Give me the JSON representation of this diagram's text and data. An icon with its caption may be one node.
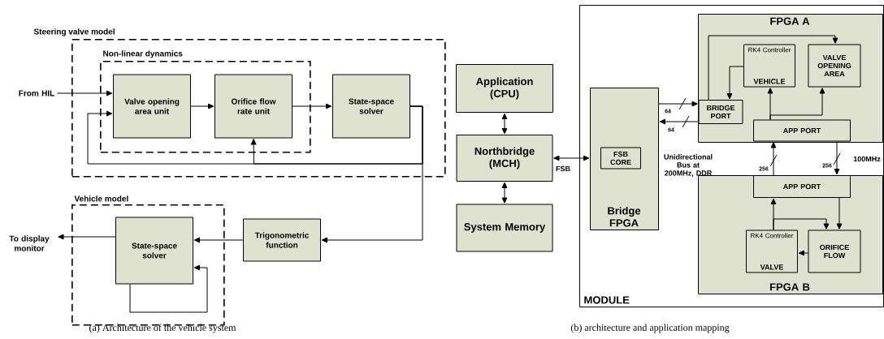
{
  "diagram": {
    "nodes": [
      {
        "text": [
          "Steering valve model"
        ]
      },
      {
        "text": [
          "Non-linear dynamics"
        ],
        "in": 0
      },
      {
        "text": [
          "Valve opening area unit"
        ],
        "in": 1
      },
      {
        "text": [
          "Orifice flow rate unit"
        ],
        "in": 1
      },
      {
        "text": [
          "State-space solver"
        ],
        "in": 0
      },
      {
        "text": [
          "From HIL"
        ]
      },
      {
        "text": [
          "Vehicle model"
        ]
      },
      {
        "text": [
          "State-space solver"
        ],
        "in": 6
      },
      {
        "text": [
          "Trigonometric function"
        ]
      },
      {
        "text": [
          "To display monitor"
        ]
      },
      {
        "text": [
          "Application (CPU)"
        ]
      },
      {
        "text": [
          "Northbridge (MCH)"
        ]
      },
      {
        "text": [
          "System Memory"
        ]
      },
      {
        "text": [
          "MODULE"
        ]
      },
      {
        "text": [
          "Bridge FPGA"
        ],
        "in": 13
      },
      {
        "text": [
          "FSB CORE"
        ],
        "in": 14
      },
      {
        "text": [
          "FPGA A"
        ],
        "in": 13
      },
      {
        "text": [
          "RK4 Controller",
          "VEHICLE"
        ],
        "in": 16
      },
      {
        "text": [
          "VALVE OPENING AREA"
        ],
        "in": 16
      },
      {
        "text": [
          "BRIDGE PORT"
        ],
        "in": 16
      },
      {
        "text": [
          "APP PORT"
        ],
        "in": 16
      },
      {
        "text": [
          "FPGA B"
        ],
        "in": 13
      },
      {
        "text": [
          "APP PORT"
        ],
        "in": 21
      },
      {
        "text": [
          "ORIFICE FLOW"
        ],
        "in": 21
      },
      {
        "text": [
          "RK4 Controller",
          "VALVE"
        ],
        "in": 21
      }
    ],
    "edges": [
      {
        "from": 5,
        "to": 2,
        "arrow": "to"
      },
      {
        "from": 2,
        "to": 3,
        "arrow": "to"
      },
      {
        "from": 3,
        "to": 4,
        "arrow": "to"
      },
      {
        "from": 4,
        "to": 2,
        "arrow": "to"
      },
      {
        "from": 4,
        "to": 3,
        "arrow": "to"
      },
      {
        "from": 4,
        "to": 8,
        "arrow": "to"
      },
      {
        "from": 8,
        "to": 7,
        "arrow": "to"
      },
      {
        "from": 7,
        "to": 9,
        "arrow": "to"
      },
      {
        "from": 7,
        "to": 7,
        "arrow": "to"
      },
      {
        "from": 10,
        "to": 11,
        "arrow": "both"
      },
      {
        "from": 11,
        "to": 12,
        "arrow": "both"
      },
      {
        "from": 11,
        "to": 14,
        "arrow": "both",
        "label": "FSB"
      },
      {
        "from": 14,
        "to": 19,
        "arrow": "to",
        "label": "64"
      },
      {
        "from": 19,
        "to": 14,
        "arrow": "to",
        "label": "64"
      },
      {
        "from": 17,
        "to": 19,
        "arrow": "to"
      },
      {
        "from": 19,
        "to": 18,
        "arrow": "to"
      },
      {
        "from": 20,
        "to": 17,
        "arrow": "to"
      },
      {
        "from": 20,
        "to": 18,
        "arrow": "to"
      },
      {
        "from": 22,
        "to": 20,
        "arrow": "to",
        "label": "256"
      },
      {
        "from": 20,
        "to": 22,
        "arrow": "to",
        "label": "256"
      },
      {
        "from": 22,
        "to": 23,
        "arrow": "to"
      },
      {
        "from": 24,
        "to": 22,
        "arrow": "to"
      },
      {
        "from": 24,
        "to": 23,
        "arrow": "to"
      },
      {
        "from": 23,
        "to": 24,
        "arrow": "to"
      }
    ],
    "labels": [
      "Unidirectional Bus at 200MHz, DDR",
      "100MHz",
      "(a) Architecture of the vehicle system",
      "(b) architecture and application mapping"
    ]
  }
}
